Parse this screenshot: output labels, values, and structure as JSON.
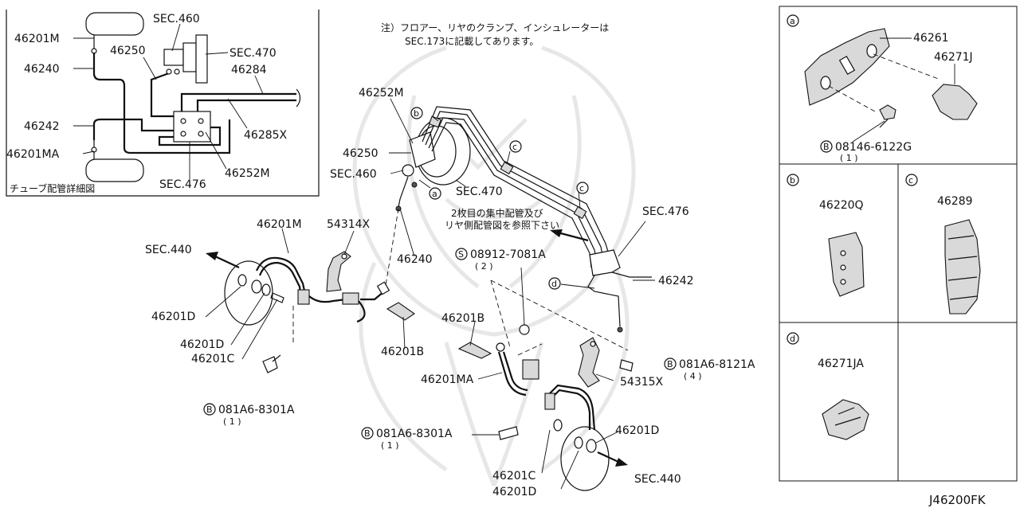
{
  "note_jp_line1": "注）フロアー、リヤのクランプ、インシュレーターは",
  "note_jp_line2": "SEC.173に記載してあります。",
  "inset": {
    "caption": "チューブ配管詳細図",
    "labels": {
      "p46201M": "46201M",
      "p46240": "46240",
      "p46242": "46242",
      "p46201MA": "46201MA",
      "sec460": "SEC.460",
      "p46250": "46250",
      "sec470": "SEC.470",
      "p46284": "46284",
      "p46285X": "46285X",
      "p46252M": "46252M",
      "sec476": "SEC.476"
    }
  },
  "main": {
    "labels": {
      "p46252M": "46252M",
      "p46250": "46250",
      "sec460": "SEC.460",
      "sec470": "SEC.470",
      "sec476": "SEC.476",
      "p46240": "46240",
      "p46242": "46242",
      "p46201M": "46201M",
      "p54314X": "54314X",
      "sec440_left": "SEC.440",
      "p46201D_a": "46201D",
      "p46201D_b": "46201D",
      "p46201C_a": "46201C",
      "p46201B_a": "46201B",
      "p46201B_b": "46201B",
      "p46201MA": "46201MA",
      "p54315X": "54315X",
      "bolt_left": "081A6-8301A",
      "bolt_left_qty": "( 1 )",
      "bolt_mid": "081A6-8301A",
      "bolt_mid_qty": "( 1 )",
      "bolt_right": "081A6-8121A",
      "bolt_right_qty": "( 4 )",
      "screw": "08912-7081A",
      "screw_qty": "( 2 )",
      "p46201C_b": "46201C",
      "p46201D_c": "46201D",
      "p46201D_d": "46201D",
      "sec440_right": "SEC.440",
      "jp_ref_line1": "2枚目の集中配管及び",
      "jp_ref_line2": "リヤ側配管図を参照下さい"
    },
    "markers": {
      "a": "a",
      "b": "b",
      "c1": "c",
      "c2": "c",
      "d": "d",
      "bolt_B": "B",
      "screw_S": "S"
    }
  },
  "detail_panels": {
    "a": {
      "marker": "a",
      "part1": "46261",
      "part2": "46271J",
      "bolt": "08146-6122G",
      "bolt_qty": "( 1 )",
      "bolt_marker": "B"
    },
    "b": {
      "marker": "b",
      "part": "46220Q"
    },
    "c": {
      "marker": "c",
      "part": "46289"
    },
    "d": {
      "marker": "d",
      "part": "46271JA"
    }
  },
  "figure_code": "J46200FK"
}
